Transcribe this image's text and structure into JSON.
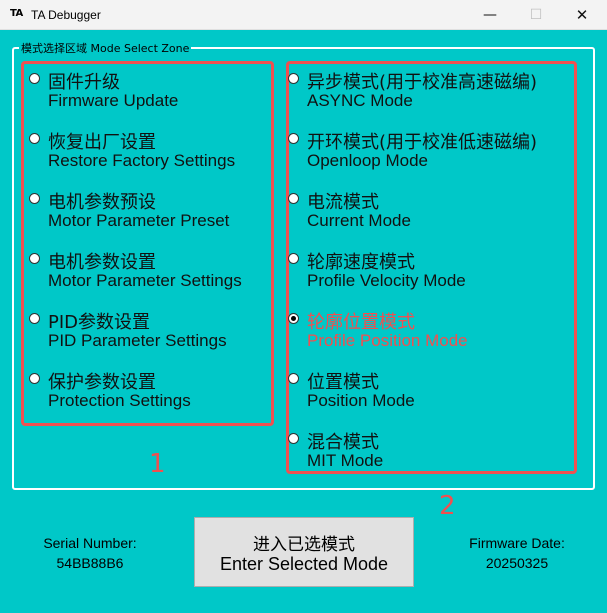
{
  "window": {
    "logo": "TA",
    "title": "TA Debugger",
    "minimize_glyph": "—",
    "maximize_glyph": "☐",
    "close_glyph": "✕"
  },
  "zone": {
    "legend": "模式选择区域 Mode Select Zone",
    "group1_number": "1",
    "group2_number": "2",
    "group1": [
      {
        "zh": "固件升级",
        "en": "Firmware Update",
        "checked": false
      },
      {
        "zh": "恢复出厂设置",
        "en": "Restore Factory Settings",
        "checked": false
      },
      {
        "zh": "电机参数预设",
        "en": "Motor Parameter Preset",
        "checked": false
      },
      {
        "zh": "电机参数设置",
        "en": "Motor Parameter Settings",
        "checked": false
      },
      {
        "zh": "PID参数设置",
        "en": "PID Parameter Settings",
        "checked": false
      },
      {
        "zh": "保护参数设置",
        "en": "Protection Settings",
        "checked": false
      }
    ],
    "group2": [
      {
        "zh": "异步模式(用于校准高速磁编)",
        "en": "ASYNC Mode",
        "checked": false
      },
      {
        "zh": "开环模式(用于校准低速磁编)",
        "en": "Openloop Mode",
        "checked": false
      },
      {
        "zh": "电流模式",
        "en": "Current Mode",
        "checked": false
      },
      {
        "zh": "轮廓速度模式",
        "en": "Profile Velocity Mode",
        "checked": false
      },
      {
        "zh": "轮廓位置模式",
        "en": "Profile Position Mode",
        "checked": true
      },
      {
        "zh": "位置模式",
        "en": "Position Mode",
        "checked": false
      },
      {
        "zh": "混合模式",
        "en": "MIT Mode",
        "checked": false
      }
    ]
  },
  "info": {
    "serial_label": "Serial Number:",
    "serial_value": "54BB88B6",
    "firmware_label": "Firmware Date:",
    "firmware_value": "20250325"
  },
  "enter_button": {
    "zh": "进入已选模式",
    "en": "Enter Selected Mode"
  },
  "colors": {
    "background": "#00c8c8",
    "highlight": "#f05050"
  }
}
